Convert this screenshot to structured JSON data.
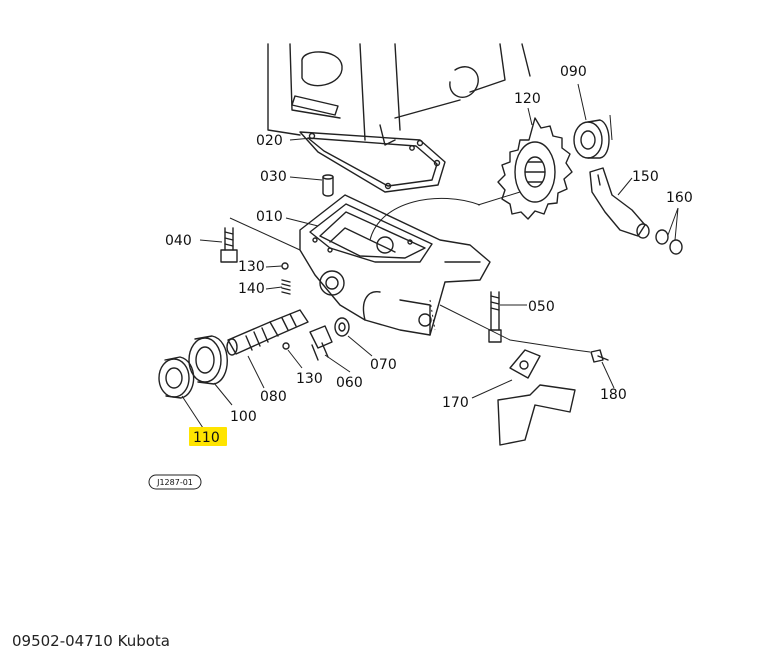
{
  "diagram": {
    "parts": [
      {
        "id": "part-020",
        "label": "020"
      },
      {
        "id": "part-030",
        "label": "030"
      },
      {
        "id": "part-010",
        "label": "010"
      },
      {
        "id": "part-040",
        "label": "040"
      },
      {
        "id": "part-130a",
        "label": "130"
      },
      {
        "id": "part-140",
        "label": "140"
      },
      {
        "id": "part-120",
        "label": "120"
      },
      {
        "id": "part-090",
        "label": "090"
      },
      {
        "id": "part-150",
        "label": "150"
      },
      {
        "id": "part-160",
        "label": "160"
      },
      {
        "id": "part-050",
        "label": "050"
      },
      {
        "id": "part-070",
        "label": "070"
      },
      {
        "id": "part-060",
        "label": "060"
      },
      {
        "id": "part-130b",
        "label": "130"
      },
      {
        "id": "part-080",
        "label": "080"
      },
      {
        "id": "part-100",
        "label": "100"
      },
      {
        "id": "part-110",
        "label": "110"
      },
      {
        "id": "part-170",
        "label": "170"
      },
      {
        "id": "part-180",
        "label": "180"
      }
    ],
    "highlighted_part": "110",
    "highlight_color": "#ffe400",
    "figure_code": "J1287-01"
  },
  "caption": "09502-04710 Kubota"
}
